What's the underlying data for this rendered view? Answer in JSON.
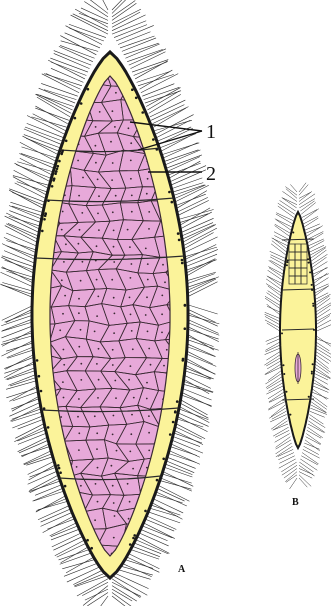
{
  "figure": {
    "labels": {
      "callout_1": "1",
      "callout_2": "2",
      "specimen_a": "A",
      "specimen_b": "B"
    },
    "colors": {
      "nucleus_cells": "#e7a9d9",
      "cell_walls": "#3a2a33",
      "capsule": "#fbf39a",
      "outline": "#1a1a1a",
      "hairs": "#2b2b2b",
      "background": "#ffffff"
    },
    "icons": [
      "stroke-hair-texture",
      "polygonal-cell-mesh"
    ]
  }
}
